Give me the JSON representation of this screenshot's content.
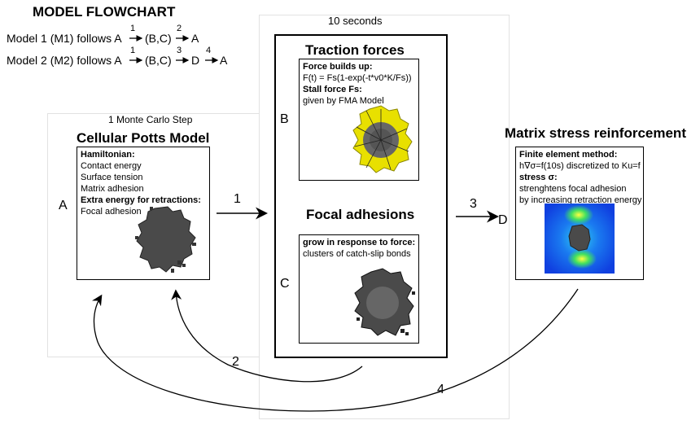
{
  "flowchart": {
    "title": "MODEL FLOWCHART",
    "model1": {
      "prefix": "Model 1 (M1) follows A",
      "a1": "1",
      "mid": "(B,C)",
      "a2": "2",
      "end": "A"
    },
    "model2": {
      "prefix": "Model 2 (M2) follows A",
      "a1": "1",
      "mid": "(B,C)",
      "a2": "3",
      "mid2": "D",
      "a3": "4",
      "end": "A"
    }
  },
  "timescales": {
    "center": "10 seconds",
    "left": "1 Monte Carlo Step"
  },
  "cpm": {
    "letter": "A",
    "title": "Cellular Potts Model",
    "lines": [
      "Hamiltonian:",
      "Contact energy",
      "Surface tension",
      "Matrix adhesion",
      "Extra energy for retractions:",
      "Focal adhesion"
    ]
  },
  "traction": {
    "letter": "B",
    "title": "Traction forces",
    "lines": [
      "Force builds up:",
      "F(t) = Fs(1-exp(-t*v0*K/Fs))",
      "Stall force Fs:",
      "given by FMA Model"
    ]
  },
  "focal": {
    "letter": "C",
    "title": "Focal adhesions",
    "lines": [
      "grow in response to force:",
      "clusters of catch-slip bonds"
    ]
  },
  "matrix": {
    "letter": "D",
    "title": "Matrix stress reinforcement",
    "lines": [
      "Finite element method:",
      "h∇σ=f(10s) discretized to Ku=f",
      "stress σ:",
      "strenghtens focal adhesion",
      "by increasing retraction energy"
    ]
  },
  "arrows": {
    "a1": "1",
    "a2": "2",
    "a3": "3",
    "a4": "4"
  },
  "colors": {
    "cell_grey": "#4a4a4a",
    "traction_yellow": "#e8e000",
    "field_blue": "#1040e0",
    "field_cyan": "#30d0f0"
  }
}
